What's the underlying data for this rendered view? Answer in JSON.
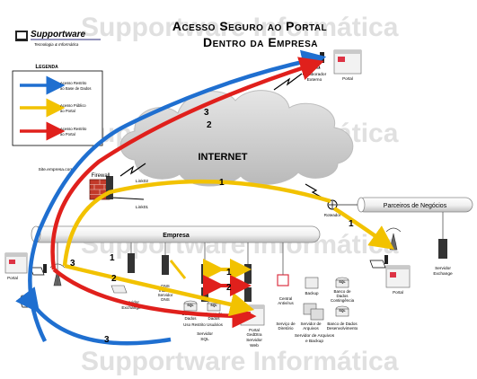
{
  "title": {
    "line1": "Acesso Seguro ao Portal",
    "line2": "Dentro da Empresa"
  },
  "logo": {
    "name": "Supportware",
    "tagline": "Tecnologia & Informática"
  },
  "watermark": "Supportware Informática",
  "legend": {
    "title": "Legenda",
    "items": [
      {
        "color": "#1f6fd0",
        "lines": [
          "Acesso Restrito",
          "ao Base de Dados"
        ]
      },
      {
        "color": "#f2c200",
        "lines": [
          "Acesso Público",
          "ao Portal"
        ]
      },
      {
        "color": "#e0201c",
        "lines": [
          "Acesso Restrito",
          "ao Portal"
        ]
      }
    ]
  },
  "labels": {
    "portal_top": "Portal",
    "colaborador": [
      "Colaborador",
      "Externo"
    ],
    "internet": "INTERNET",
    "site": "Site.empresa.com",
    "firewall": "Firewall",
    "link02": "Link02",
    "link01": "Link01",
    "roteador": "Roteador",
    "parceiros": "Parceiros de Negócios",
    "empresa": "Empresa",
    "portal_left": "Portal",
    "servidor_exchange_left": [
      "Servidor",
      "Exchange"
    ],
    "dns": [
      "DNS",
      "Interno",
      "Servidor",
      "DNS"
    ],
    "bd_dados": [
      "Banco de",
      "Dados"
    ],
    "bd_usuarios": [
      "Banco de",
      "Dados"
    ],
    "sql_footer": [
      "Uso Restrito Usuários",
      "Servidor",
      "SQL"
    ],
    "web_server": [
      "Portal",
      "GedDtra",
      "Servidor",
      "Web"
    ],
    "central_antivirus": [
      "Central",
      "Antivírus"
    ],
    "backup": "Backup",
    "bd_contingencia": [
      "Banco de",
      "Dados",
      "Contingência"
    ],
    "svc_diretorio": [
      "Serviço de",
      "Diretório"
    ],
    "svc_arquivos": [
      "Servidor de",
      "Arquivos"
    ],
    "bd_desenvolvimento": [
      "Banco de Dados",
      "Desenvolvimento"
    ],
    "servidor_arquivos_backup": [
      "Servidor de Arquivos",
      "e Backup"
    ],
    "portal_right": "Portal",
    "servidor_exchange_right": [
      "Servidor",
      "Exchange"
    ],
    "sql_badge": "SQL"
  },
  "path_numbers": {
    "blue_upper": "3",
    "red_upper": "2",
    "yellow_middle": "1",
    "yellow_router": "1",
    "yellow_left": "1",
    "red_left": "2",
    "blue_left": "3",
    "blue_bottom": "3",
    "yellow_core": "1",
    "red_core": "2"
  },
  "colors": {
    "blue": "#1f6fd0",
    "yellow": "#f2c200",
    "red": "#e0201c",
    "pipe": "#f4f4f4",
    "cloud": "#d2d2d2"
  }
}
